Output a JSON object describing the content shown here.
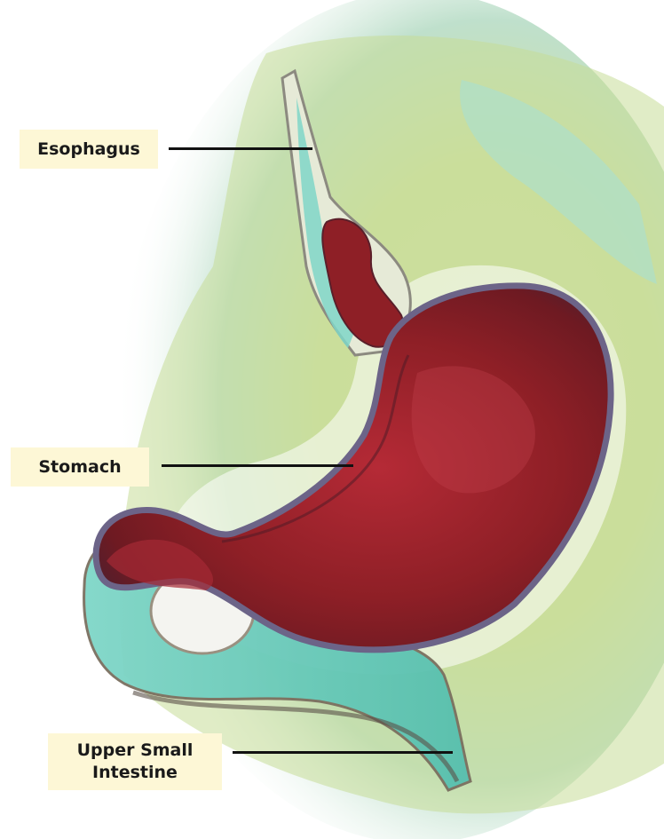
{
  "labels": {
    "esophagus": "Esophagus",
    "stomach": "Stomach",
    "upper_small_intestine_line1": "Upper Small",
    "upper_small_intestine_line2": "Intestine"
  },
  "colors": {
    "label_background": "#fdf7d6",
    "label_text": "#1a1a1a",
    "leader_line": "#111111",
    "stomach_red": "#8e1f26",
    "tissue_teal": "#6fcfc2",
    "background_green": "#c9dc9f"
  }
}
